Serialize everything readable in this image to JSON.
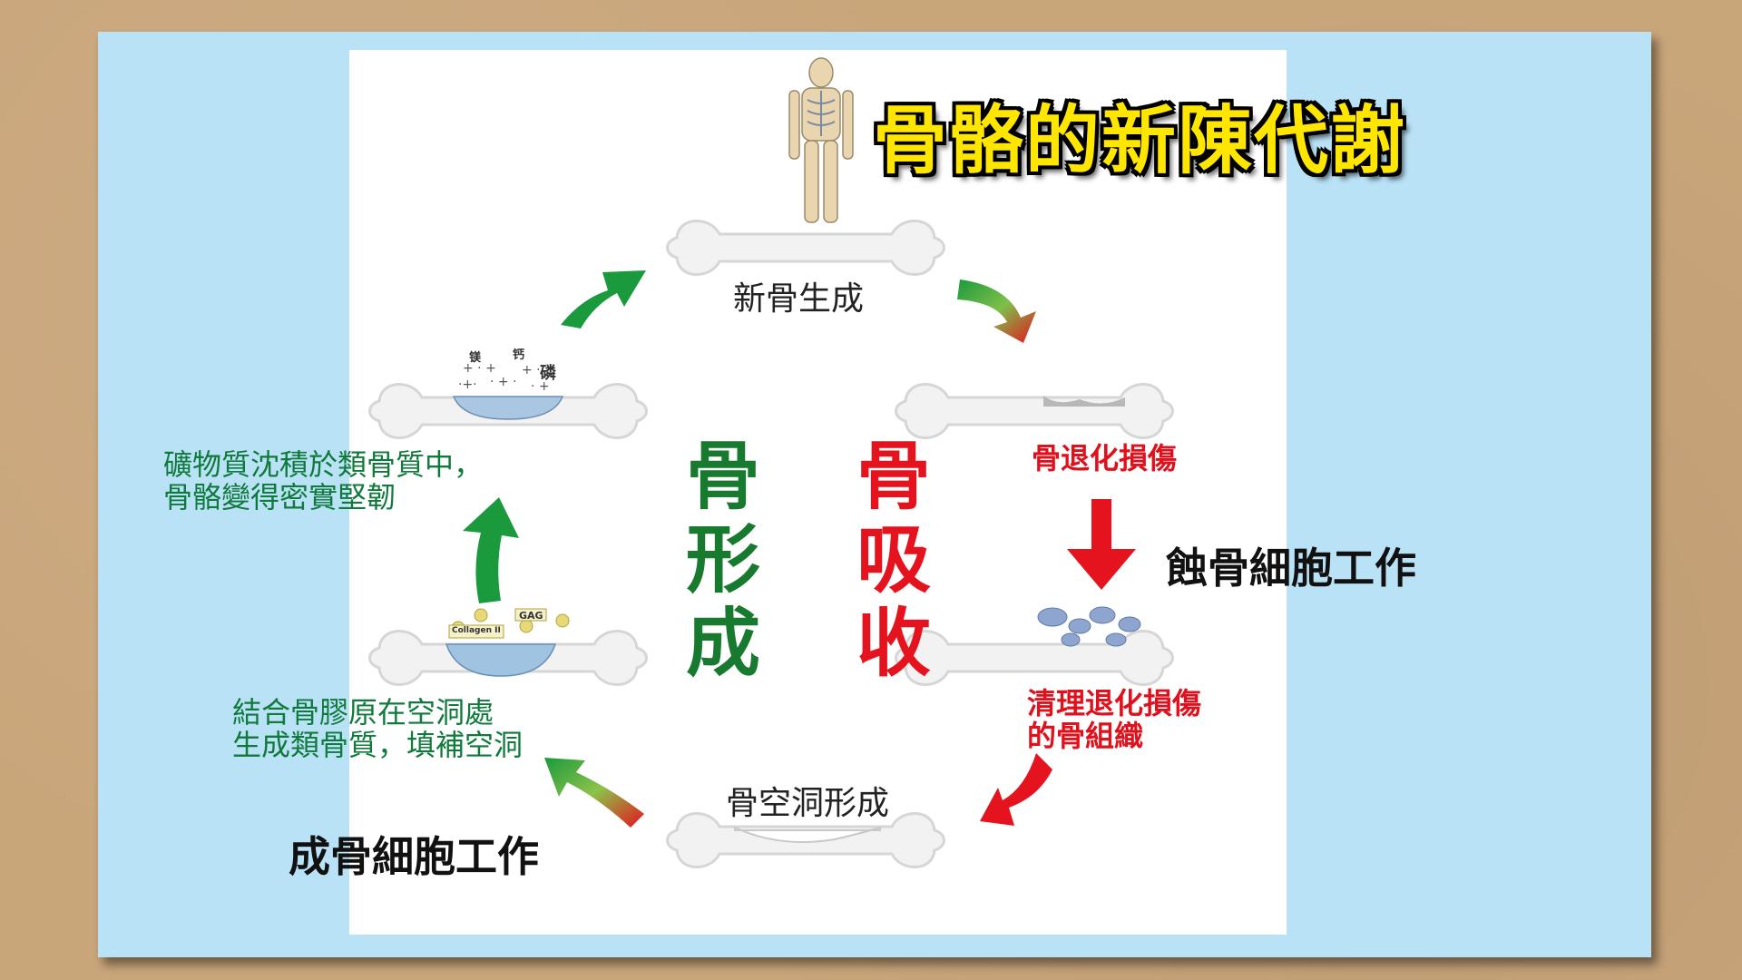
{
  "title": "骨骼的新陳代謝",
  "center": {
    "formation": "骨形成",
    "resorption": "骨吸收"
  },
  "stages": {
    "new_bone": "新骨生成",
    "degeneration": "骨退化損傷",
    "clearing_line1": "清理退化損傷",
    "clearing_line2": "的骨組織",
    "cavity": "骨空洞形成",
    "fill_line1": "結合骨膠原在空洞處",
    "fill_line2": "生成類骨質，填補空洞",
    "mineral_line1": "礦物質沈積於類骨質中，",
    "mineral_line2": "骨骼變得密實堅韌"
  },
  "cells": {
    "osteoclast": "蝕骨細胞工作",
    "osteoblast": "成骨細胞工作"
  },
  "mini_labels": {
    "mg": "镁",
    "ca": "钙",
    "p": "磷",
    "gag": "GAG",
    "collagen": "Collagen II"
  },
  "colors": {
    "green": "#1a8a3a",
    "red": "#e5131d",
    "sky": "#b9e2f6",
    "title_fill": "#ffe600"
  }
}
